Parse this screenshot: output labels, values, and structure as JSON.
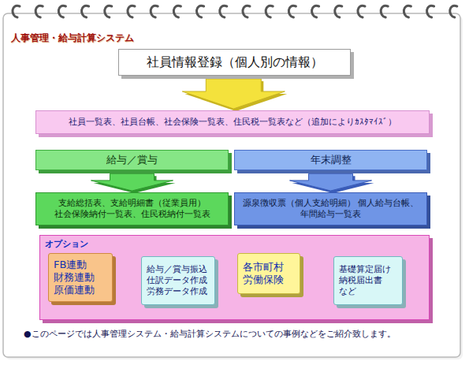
{
  "diagram": {
    "title": "人事管理・給与計算システム",
    "caption": "●このページでは人事管理システム・給与計算システムについての事例などをご紹介致します。",
    "nodes": [
      {
        "text": [
          "社員情報登録（個人別の情報）"
        ]
      },
      {
        "text": [
          "社員一覧表、社員台帳、社会保険一覧表、住民税一覧表など（追加によりｶｽﾀﾏｲｽﾞ）"
        ]
      },
      {
        "text": [
          "給与／賞与"
        ]
      },
      {
        "text": [
          "年末調整"
        ]
      },
      {
        "text": [
          "支給総括表、支給明細書（従業員用） 社会保険納付一覧表、住民税納付一覧表"
        ]
      },
      {
        "text": [
          "源泉徴収票（個人支給明細） 個人給与台帳、年間給与一覧表"
        ]
      },
      {
        "text": [
          "オプション"
        ]
      },
      {
        "text": [
          "FB連動 財務連動 原価連動"
        ],
        "in": 6
      },
      {
        "text": [
          "給与／賞与振込 仕訳データ作成 労務データ作成"
        ],
        "in": 6
      },
      {
        "text": [
          "各市町村 労働保険"
        ],
        "in": 6
      },
      {
        "text": [
          "基礎算定届け 納税届出書 など"
        ],
        "in": 6
      }
    ],
    "edges": [
      {
        "from": 0,
        "to": 1,
        "arrow": "to"
      },
      {
        "from": 2,
        "to": 4,
        "arrow": "to"
      },
      {
        "from": 3,
        "to": 5,
        "arrow": "to"
      },
      {
        "from": 7,
        "to": 8,
        "arrow": "to"
      },
      {
        "from": 9,
        "to": 10,
        "arrow": "to"
      }
    ]
  }
}
